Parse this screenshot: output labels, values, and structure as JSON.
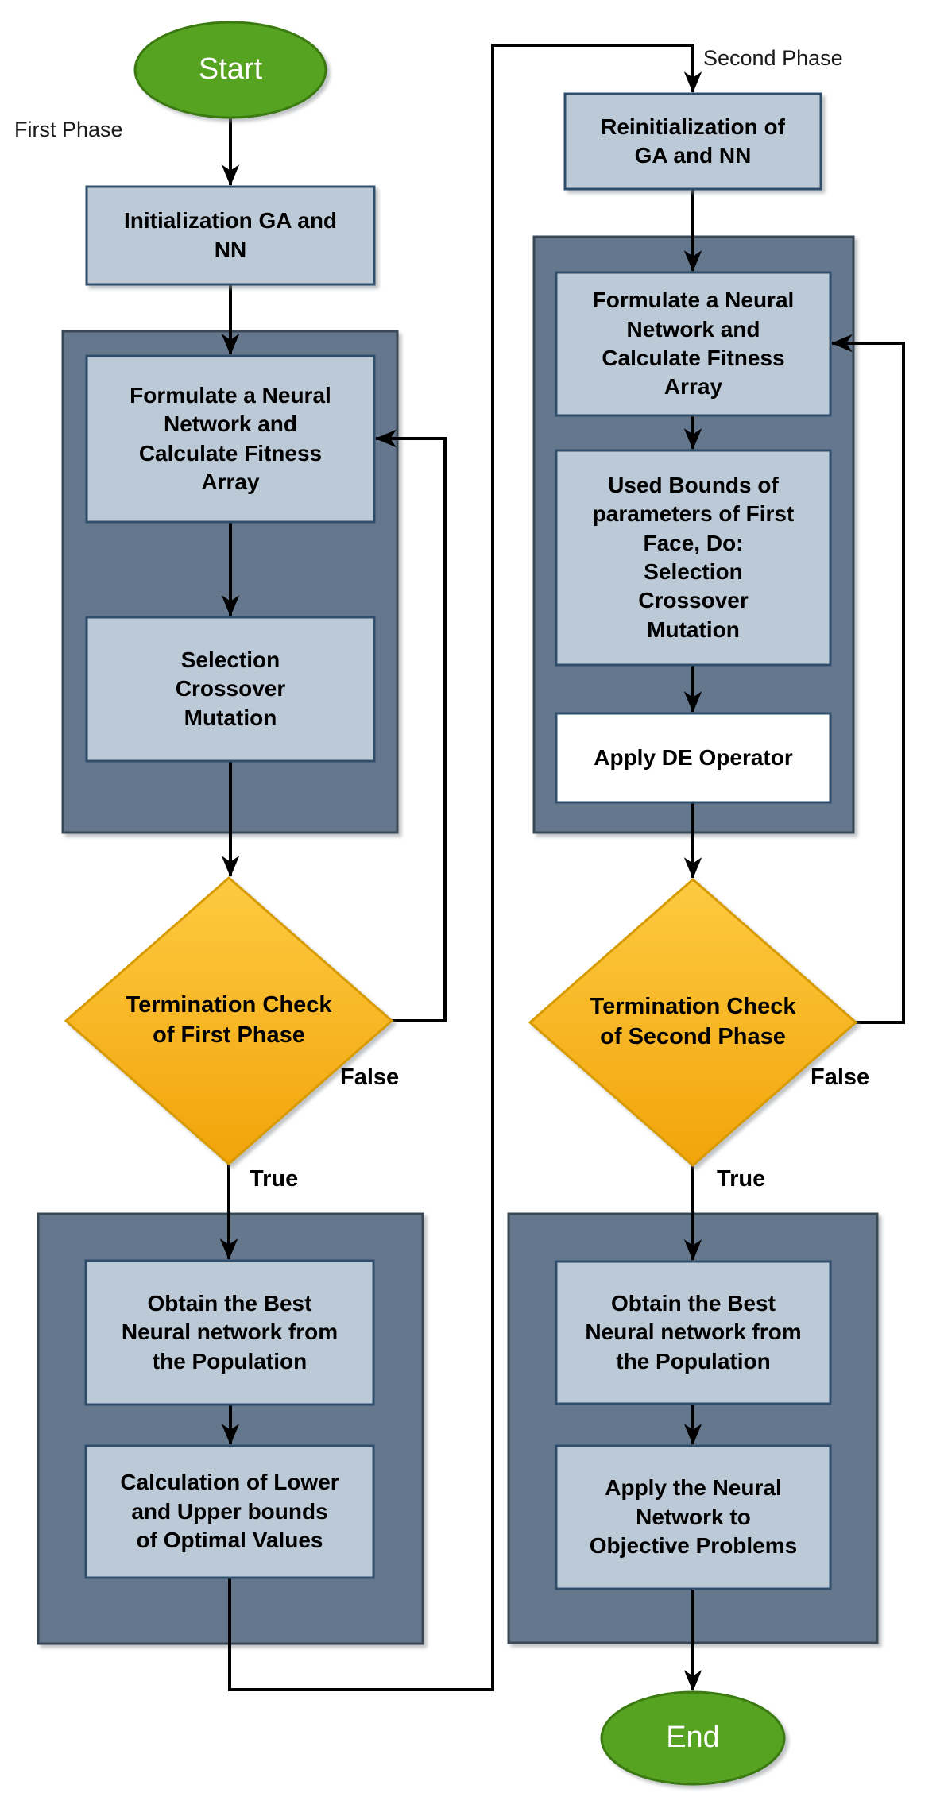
{
  "diagram": {
    "phase_labels": {
      "first": "First Phase",
      "second": "Second Phase"
    },
    "start": "Start",
    "end": "End",
    "first_phase": {
      "init": "Initialization GA and\nNN",
      "formulate": "Formulate a Neural\nNetwork and\nCalculate Fitness\nArray",
      "selection": "Selection\nCrossover\nMutation",
      "decision": "Termination Check\nof First Phase",
      "decision_true": "True",
      "decision_false": "False",
      "obtain": "Obtain the Best\nNeural network from\nthe Population",
      "calc_bounds": "Calculation of Lower\nand Upper bounds\nof Optimal Values"
    },
    "second_phase": {
      "reinit": "Reinitialization of\nGA and NN",
      "formulate": "Formulate a Neural\nNetwork and\nCalculate Fitness\nArray",
      "used_bounds": "Used Bounds of\nparameters of First\nFace, Do:\nSelection\nCrossover\nMutation",
      "apply_de": "Apply DE Operator",
      "decision": "Termination Check\nof Second Phase",
      "decision_true": "True",
      "decision_false": "False",
      "obtain": "Obtain the Best\nNeural network from\nthe Population",
      "apply_nn": "Apply the Neural\nNetwork to\nObjective Problems"
    },
    "colors": {
      "terminator_fill": "#56A221",
      "terminator_stroke": "#3A7A10",
      "node_fill": "#BCC9D6",
      "node_stroke": "#2F4E6B",
      "white_node_fill": "#FFFFFF",
      "container_fill": "#64778C",
      "container_stroke": "#3A4754",
      "decision_fill_top": "#FDCA41",
      "decision_fill_bottom": "#F2A40A",
      "decision_stroke": "#D79B00",
      "arrow": "#000000"
    }
  }
}
